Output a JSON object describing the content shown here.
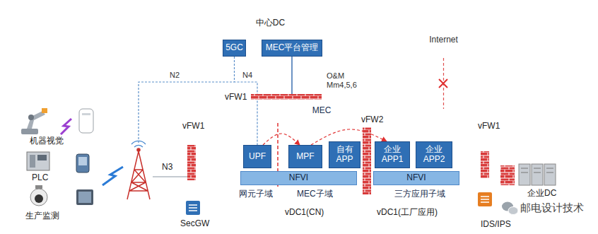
{
  "diagram": {
    "nodes": [
      {
        "text": [
          "中心DC"
        ]
      },
      {
        "text": [
          "5GC"
        ],
        "in": 0
      },
      {
        "text": [
          "MEC平台管理"
        ],
        "in": 0
      },
      {
        "text": [
          "Internet"
        ]
      },
      {
        "text": [
          "MEC"
        ]
      },
      {
        "text": [
          "UPF"
        ],
        "in": 4
      },
      {
        "text": [
          "MPF"
        ],
        "in": 4
      },
      {
        "text": [
          "自有APP"
        ],
        "in": 4
      },
      {
        "text": [
          "企业APP1"
        ],
        "in": 4
      },
      {
        "text": [
          "企业APP2"
        ],
        "in": 4
      },
      {
        "text": [
          "NFVI"
        ],
        "in": 4
      },
      {
        "text": [
          "NFVI"
        ],
        "in": 4
      }
    ],
    "edges": [
      {
        "from": 1,
        "to": 5,
        "arrow": "none"
      },
      {
        "from": 2,
        "to": 4,
        "arrow": "none"
      },
      {
        "from": 3,
        "to": 4,
        "arrow": "none"
      },
      {
        "from": 5,
        "to": 6,
        "arrow": "to"
      },
      {
        "from": 6,
        "to": 8,
        "arrow": "to"
      }
    ],
    "labels": [
      "N2",
      "N4",
      "O&M Mm4,5,6",
      "vFW1",
      "vFW1",
      "vFW2",
      "vFW1",
      "N3",
      "网元子域",
      "MEC子域",
      "三方应用子域",
      "vDC1(CN)",
      "vDC1(工厂应用)",
      "机器视觉",
      "PLC",
      "生产监测",
      "SecGW",
      "企业DC",
      "IDS/IPS",
      "邮电设计技术"
    ]
  }
}
